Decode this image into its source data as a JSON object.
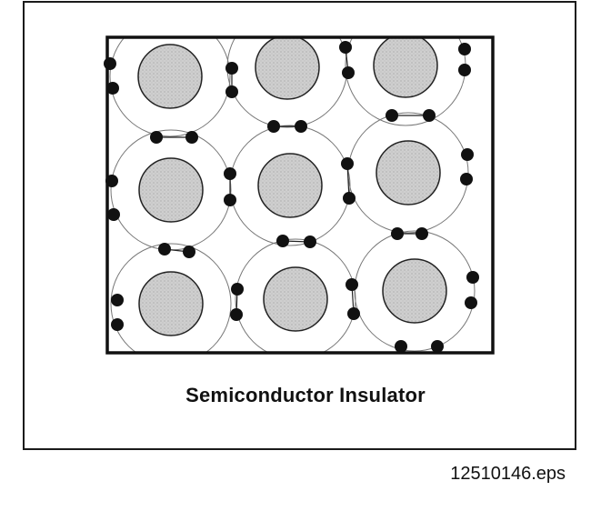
{
  "caption": "Semiconductor Insulator",
  "file_label": "12510146.eps",
  "colors": {
    "frame": "#1a1a1a",
    "nucleus_fill": "#c9c9c9",
    "electron": "#111111",
    "orbit": "#777777"
  },
  "lattice": {
    "rows": 3,
    "cols": 3,
    "atom_count": 9,
    "electrons_per_atom": 4
  }
}
